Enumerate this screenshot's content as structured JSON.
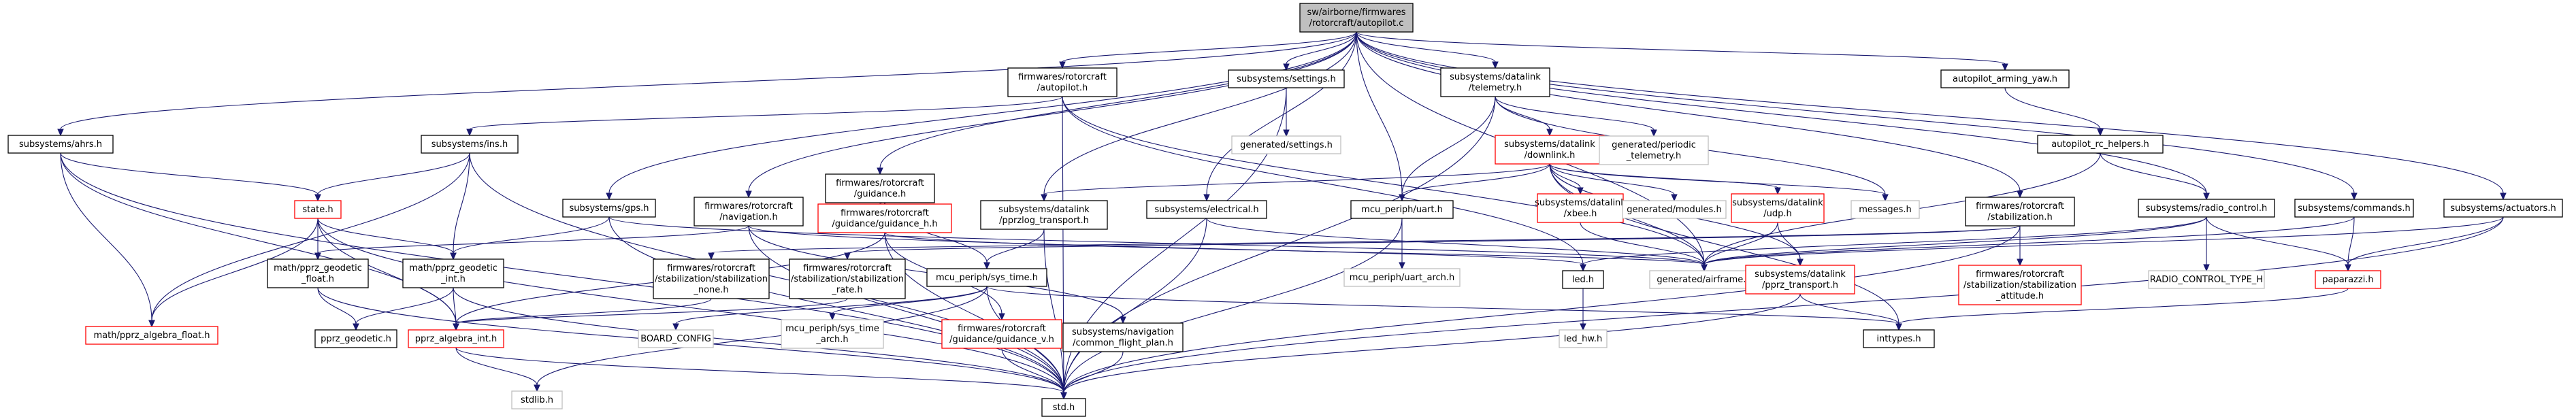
{
  "diagram": {
    "kind": "include dependency graph",
    "colors": {
      "root_fill": "#bfbfbf",
      "node_fill": "#ffffff",
      "border_doc": "#000000",
      "border_incomplete": "#ff0000",
      "border_external": "#bfbfbf",
      "edge": "#191970"
    },
    "nodes": [
      {
        "id": "root",
        "lines": [
          "sw/airborne/firmwares",
          "/rotorcraft/autopilot.c"
        ],
        "kind": "root"
      },
      {
        "id": "autopilot_h",
        "lines": [
          "firmwares/rotorcraft",
          "/autopilot.h"
        ],
        "kind": "doc"
      },
      {
        "id": "settings_h",
        "lines": [
          "subsystems/settings.h"
        ],
        "kind": "doc"
      },
      {
        "id": "telemetry_h",
        "lines": [
          "subsystems/datalink",
          "/telemetry.h"
        ],
        "kind": "doc"
      },
      {
        "id": "arming_yaw",
        "lines": [
          "autopilot_arming_yaw.h"
        ],
        "kind": "doc"
      },
      {
        "id": "ahrs_h",
        "lines": [
          "subsystems/ahrs.h"
        ],
        "kind": "doc"
      },
      {
        "id": "ins_h",
        "lines": [
          "subsystems/ins.h"
        ],
        "kind": "doc"
      },
      {
        "id": "guidance_h",
        "lines": [
          "firmwares/rotorcraft",
          "/guidance.h"
        ],
        "kind": "doc"
      },
      {
        "id": "gen_settings",
        "lines": [
          "generated/settings.h"
        ],
        "kind": "external"
      },
      {
        "id": "downlink_h",
        "lines": [
          "subsystems/datalink",
          "/downlink.h"
        ],
        "kind": "incomplete"
      },
      {
        "id": "gen_periodic",
        "lines": [
          "generated/periodic",
          "_telemetry.h"
        ],
        "kind": "external"
      },
      {
        "id": "rc_helpers",
        "lines": [
          "autopilot_rc_helpers.h"
        ],
        "kind": "doc"
      },
      {
        "id": "state_h",
        "lines": [
          "state.h"
        ],
        "kind": "incomplete"
      },
      {
        "id": "gps_h",
        "lines": [
          "subsystems/gps.h"
        ],
        "kind": "doc"
      },
      {
        "id": "navigation_h",
        "lines": [
          "firmwares/rotorcraft",
          "/navigation.h"
        ],
        "kind": "doc"
      },
      {
        "id": "guidance_h_h",
        "lines": [
          "firmwares/rotorcraft",
          "/guidance/guidance_h.h"
        ],
        "kind": "incomplete"
      },
      {
        "id": "pprzlog",
        "lines": [
          "subsystems/datalink",
          "/pprzlog_transport.h"
        ],
        "kind": "doc"
      },
      {
        "id": "electrical",
        "lines": [
          "subsystems/electrical.h"
        ],
        "kind": "doc"
      },
      {
        "id": "uart_h",
        "lines": [
          "mcu_periph/uart.h"
        ],
        "kind": "doc"
      },
      {
        "id": "xbee_h",
        "lines": [
          "subsystems/datalink",
          "/xbee.h"
        ],
        "kind": "incomplete"
      },
      {
        "id": "gen_modules",
        "lines": [
          "generated/modules.h"
        ],
        "kind": "external"
      },
      {
        "id": "udp_h",
        "lines": [
          "subsystems/datalink",
          "/udp.h"
        ],
        "kind": "incomplete"
      },
      {
        "id": "messages_h",
        "lines": [
          "messages.h"
        ],
        "kind": "external"
      },
      {
        "id": "stabilization",
        "lines": [
          "firmwares/rotorcraft",
          "/stabilization.h"
        ],
        "kind": "doc"
      },
      {
        "id": "radio_control",
        "lines": [
          "subsystems/radio_control.h"
        ],
        "kind": "doc"
      },
      {
        "id": "commands_h",
        "lines": [
          "subsystems/commands.h"
        ],
        "kind": "doc"
      },
      {
        "id": "actuators_h",
        "lines": [
          "subsystems/actuators.h"
        ],
        "kind": "doc"
      },
      {
        "id": "geodetic_float",
        "lines": [
          "math/pprz_geodetic",
          "_float.h"
        ],
        "kind": "doc"
      },
      {
        "id": "geodetic_int",
        "lines": [
          "math/pprz_geodetic",
          "_int.h"
        ],
        "kind": "doc"
      },
      {
        "id": "stab_none",
        "lines": [
          "firmwares/rotorcraft",
          "/stabilization/stabilization",
          "_none.h"
        ],
        "kind": "doc"
      },
      {
        "id": "stab_rate",
        "lines": [
          "firmwares/rotorcraft",
          "/stabilization/stabilization",
          "_rate.h"
        ],
        "kind": "doc"
      },
      {
        "id": "sys_time",
        "lines": [
          "mcu_periph/sys_time.h"
        ],
        "kind": "doc"
      },
      {
        "id": "common_fp",
        "lines": [
          "subsystems/navigation",
          "/common_flight_plan.h"
        ],
        "kind": "doc"
      },
      {
        "id": "uart_arch",
        "lines": [
          "mcu_periph/uart_arch.h"
        ],
        "kind": "external"
      },
      {
        "id": "led_h",
        "lines": [
          "led.h"
        ],
        "kind": "doc"
      },
      {
        "id": "gen_airframe",
        "lines": [
          "generated/airframe.h"
        ],
        "kind": "external"
      },
      {
        "id": "pprz_transport",
        "lines": [
          "subsystems/datalink",
          "/pprz_transport.h"
        ],
        "kind": "incomplete"
      },
      {
        "id": "stab_attitude",
        "lines": [
          "firmwares/rotorcraft",
          "/stabilization/stabilization",
          "_attitude.h"
        ],
        "kind": "incomplete"
      },
      {
        "id": "rc_type",
        "lines": [
          "RADIO_CONTROL_TYPE_H"
        ],
        "kind": "external"
      },
      {
        "id": "paparazzi_h",
        "lines": [
          "paparazzi.h"
        ],
        "kind": "incomplete"
      },
      {
        "id": "algebra_float",
        "lines": [
          "math/pprz_algebra_float.h"
        ],
        "kind": "incomplete"
      },
      {
        "id": "pprz_geodetic",
        "lines": [
          "pprz_geodetic.h"
        ],
        "kind": "doc"
      },
      {
        "id": "algebra_int",
        "lines": [
          "pprz_algebra_int.h"
        ],
        "kind": "incomplete"
      },
      {
        "id": "board_config",
        "lines": [
          "BOARD_CONFIG"
        ],
        "kind": "external"
      },
      {
        "id": "sys_time_arch",
        "lines": [
          "mcu_periph/sys_time",
          "_arch.h"
        ],
        "kind": "external"
      },
      {
        "id": "guidance_v_h",
        "lines": [
          "firmwares/rotorcraft",
          "/guidance/guidance_v.h"
        ],
        "kind": "incomplete"
      },
      {
        "id": "inttypes_h",
        "lines": [
          "inttypes.h"
        ],
        "kind": "doc"
      },
      {
        "id": "led_hw",
        "lines": [
          "led_hw.h"
        ],
        "kind": "external"
      },
      {
        "id": "stdlib_h",
        "lines": [
          "stdlib.h"
        ],
        "kind": "external"
      },
      {
        "id": "std_h",
        "lines": [
          "std.h"
        ],
        "kind": "doc"
      }
    ],
    "edges": [
      [
        "root",
        "autopilot_h"
      ],
      [
        "root",
        "settings_h"
      ],
      [
        "root",
        "telemetry_h"
      ],
      [
        "root",
        "arming_yaw"
      ],
      [
        "root",
        "ahrs_h"
      ],
      [
        "root",
        "guidance_h"
      ],
      [
        "root",
        "gps_h"
      ],
      [
        "root",
        "navigation_h"
      ],
      [
        "root",
        "electrical"
      ],
      [
        "root",
        "uart_h"
      ],
      [
        "root",
        "stabilization"
      ],
      [
        "root",
        "radio_control"
      ],
      [
        "root",
        "commands_h"
      ],
      [
        "root",
        "actuators_h"
      ],
      [
        "root",
        "pprzlog"
      ],
      [
        "root",
        "gen_airframe"
      ],
      [
        "autopilot_h",
        "ins_h"
      ],
      [
        "autopilot_h",
        "std_h"
      ],
      [
        "autopilot_h",
        "gen_airframe"
      ],
      [
        "autopilot_h",
        "led_h"
      ],
      [
        "settings_h",
        "gen_settings"
      ],
      [
        "settings_h",
        "std_h"
      ],
      [
        "telemetry_h",
        "downlink_h"
      ],
      [
        "telemetry_h",
        "gen_periodic"
      ],
      [
        "telemetry_h",
        "std_h"
      ],
      [
        "telemetry_h",
        "uart_h"
      ],
      [
        "telemetry_h",
        "messages_h"
      ],
      [
        "arming_yaw",
        "rc_helpers"
      ],
      [
        "rc_helpers",
        "radio_control"
      ],
      [
        "rc_helpers",
        "gen_airframe"
      ],
      [
        "ahrs_h",
        "state_h"
      ],
      [
        "ahrs_h",
        "std_h"
      ],
      [
        "ahrs_h",
        "algebra_float"
      ],
      [
        "ahrs_h",
        "algebra_int"
      ],
      [
        "ins_h",
        "state_h"
      ],
      [
        "ins_h",
        "geodetic_int"
      ],
      [
        "ins_h",
        "std_h"
      ],
      [
        "ins_h",
        "algebra_float"
      ],
      [
        "guidance_h",
        "guidance_h_h"
      ],
      [
        "guidance_h",
        "sys_time"
      ],
      [
        "downlink_h",
        "pprzlog"
      ],
      [
        "downlink_h",
        "uart_h"
      ],
      [
        "downlink_h",
        "xbee_h"
      ],
      [
        "downlink_h",
        "gen_modules"
      ],
      [
        "downlink_h",
        "udp_h"
      ],
      [
        "downlink_h",
        "messages_h"
      ],
      [
        "downlink_h",
        "gen_airframe"
      ],
      [
        "downlink_h",
        "pprz_transport"
      ],
      [
        "downlink_h",
        "inttypes_h"
      ],
      [
        "state_h",
        "geodetic_float"
      ],
      [
        "state_h",
        "geodetic_int"
      ],
      [
        "state_h",
        "algebra_float"
      ],
      [
        "state_h",
        "algebra_int"
      ],
      [
        "state_h",
        "std_h"
      ],
      [
        "gps_h",
        "geodetic_int"
      ],
      [
        "gps_h",
        "std_h"
      ],
      [
        "gps_h",
        "gen_airframe"
      ],
      [
        "navigation_h",
        "geodetic_float"
      ],
      [
        "navigation_h",
        "std_h"
      ],
      [
        "navigation_h",
        "common_fp"
      ],
      [
        "navigation_h",
        "led_h"
      ],
      [
        "guidance_h_h",
        "algebra_int"
      ],
      [
        "guidance_h_h",
        "gen_airframe"
      ],
      [
        "guidance_h_h",
        "std_h"
      ],
      [
        "guidance_h_h",
        "guidance_v_h"
      ],
      [
        "pprzlog",
        "sys_time"
      ],
      [
        "pprzlog",
        "std_h"
      ],
      [
        "electrical",
        "std_h"
      ],
      [
        "electrical",
        "gen_airframe"
      ],
      [
        "uart_h",
        "uart_arch"
      ],
      [
        "uart_h",
        "std_h"
      ],
      [
        "xbee_h",
        "gen_airframe"
      ],
      [
        "udp_h",
        "pprz_transport"
      ],
      [
        "udp_h",
        "gen_airframe"
      ],
      [
        "stabilization",
        "stab_none"
      ],
      [
        "stabilization",
        "stab_rate"
      ],
      [
        "stabilization",
        "stab_attitude"
      ],
      [
        "stabilization",
        "std_h"
      ],
      [
        "radio_control",
        "led_h"
      ],
      [
        "radio_control",
        "gen_airframe"
      ],
      [
        "radio_control",
        "rc_type"
      ],
      [
        "radio_control",
        "paparazzi_h"
      ],
      [
        "commands_h",
        "paparazzi_h"
      ],
      [
        "commands_h",
        "gen_airframe"
      ],
      [
        "actuators_h",
        "paparazzi_h"
      ],
      [
        "actuators_h",
        "std_h"
      ],
      [
        "actuators_h",
        "gen_airframe"
      ],
      [
        "geodetic_float",
        "pprz_geodetic"
      ],
      [
        "geodetic_float",
        "std_h"
      ],
      [
        "geodetic_int",
        "pprz_geodetic"
      ],
      [
        "geodetic_int",
        "algebra_int"
      ],
      [
        "geodetic_int",
        "std_h"
      ],
      [
        "stab_none",
        "algebra_int"
      ],
      [
        "stab_rate",
        "algebra_int"
      ],
      [
        "sys_time",
        "board_config"
      ],
      [
        "sys_time",
        "sys_time_arch"
      ],
      [
        "sys_time",
        "std_h"
      ],
      [
        "sys_time",
        "inttypes_h"
      ],
      [
        "sys_time",
        "stdlib_h"
      ],
      [
        "common_fp",
        "std_h"
      ],
      [
        "guidance_v_h",
        "std_h"
      ],
      [
        "led_h",
        "led_hw"
      ],
      [
        "pprz_transport",
        "inttypes_h"
      ],
      [
        "pprz_transport",
        "std_h"
      ],
      [
        "paparazzi_h",
        "inttypes_h"
      ],
      [
        "algebra_int",
        "std_h"
      ],
      [
        "algebra_int",
        "stdlib_h"
      ]
    ]
  }
}
